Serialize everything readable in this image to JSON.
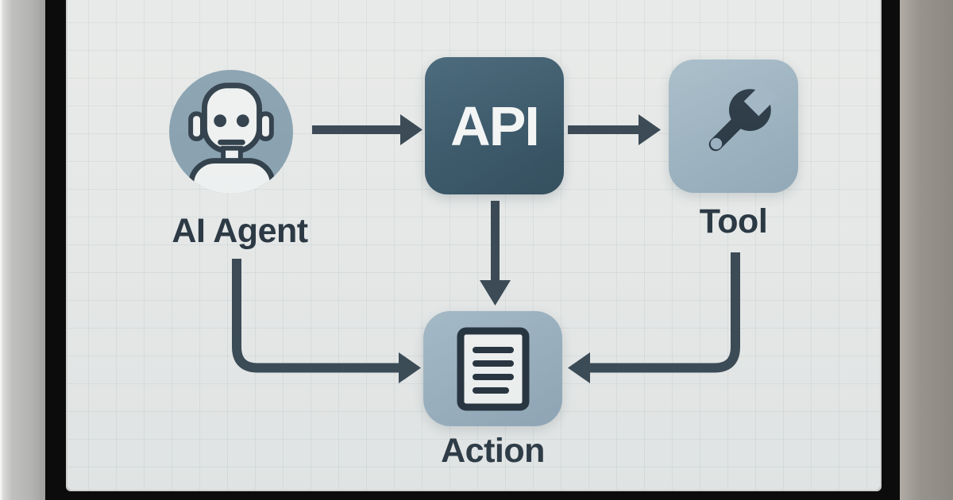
{
  "diagram": {
    "nodes": {
      "agent": {
        "label": "AI Agent",
        "icon": "robot-icon",
        "shape": "circle",
        "color": "#8ba3b1"
      },
      "api": {
        "label": "API",
        "icon": null,
        "shape": "rounded-square",
        "color": "#3d5a6b"
      },
      "tool": {
        "label": "Tool",
        "icon": "wrench-icon",
        "shape": "rounded-square",
        "color": "#9cb1bf"
      },
      "action": {
        "label": "Action",
        "icon": "document-icon",
        "shape": "rounded-square",
        "color": "#9bb0bf"
      }
    },
    "edges": [
      {
        "from": "agent",
        "to": "api",
        "style": "straight-right"
      },
      {
        "from": "api",
        "to": "tool",
        "style": "straight-right"
      },
      {
        "from": "api",
        "to": "action",
        "style": "straight-down"
      },
      {
        "from": "agent",
        "to": "action",
        "style": "elbow-down-right"
      },
      {
        "from": "tool",
        "to": "action",
        "style": "elbow-down-left"
      }
    ]
  },
  "colors": {
    "screen_background": "#e7e9e8",
    "grid_line": "#d8dcdc",
    "arrow": "#3b4a55",
    "label_text": "#2c3944",
    "api_text": "#f3f5f4",
    "icon_dark": "#2d3c47",
    "bezel": "#0c0c0c",
    "wall_left": "#b7b7b5",
    "wall_right": "#948f89"
  }
}
